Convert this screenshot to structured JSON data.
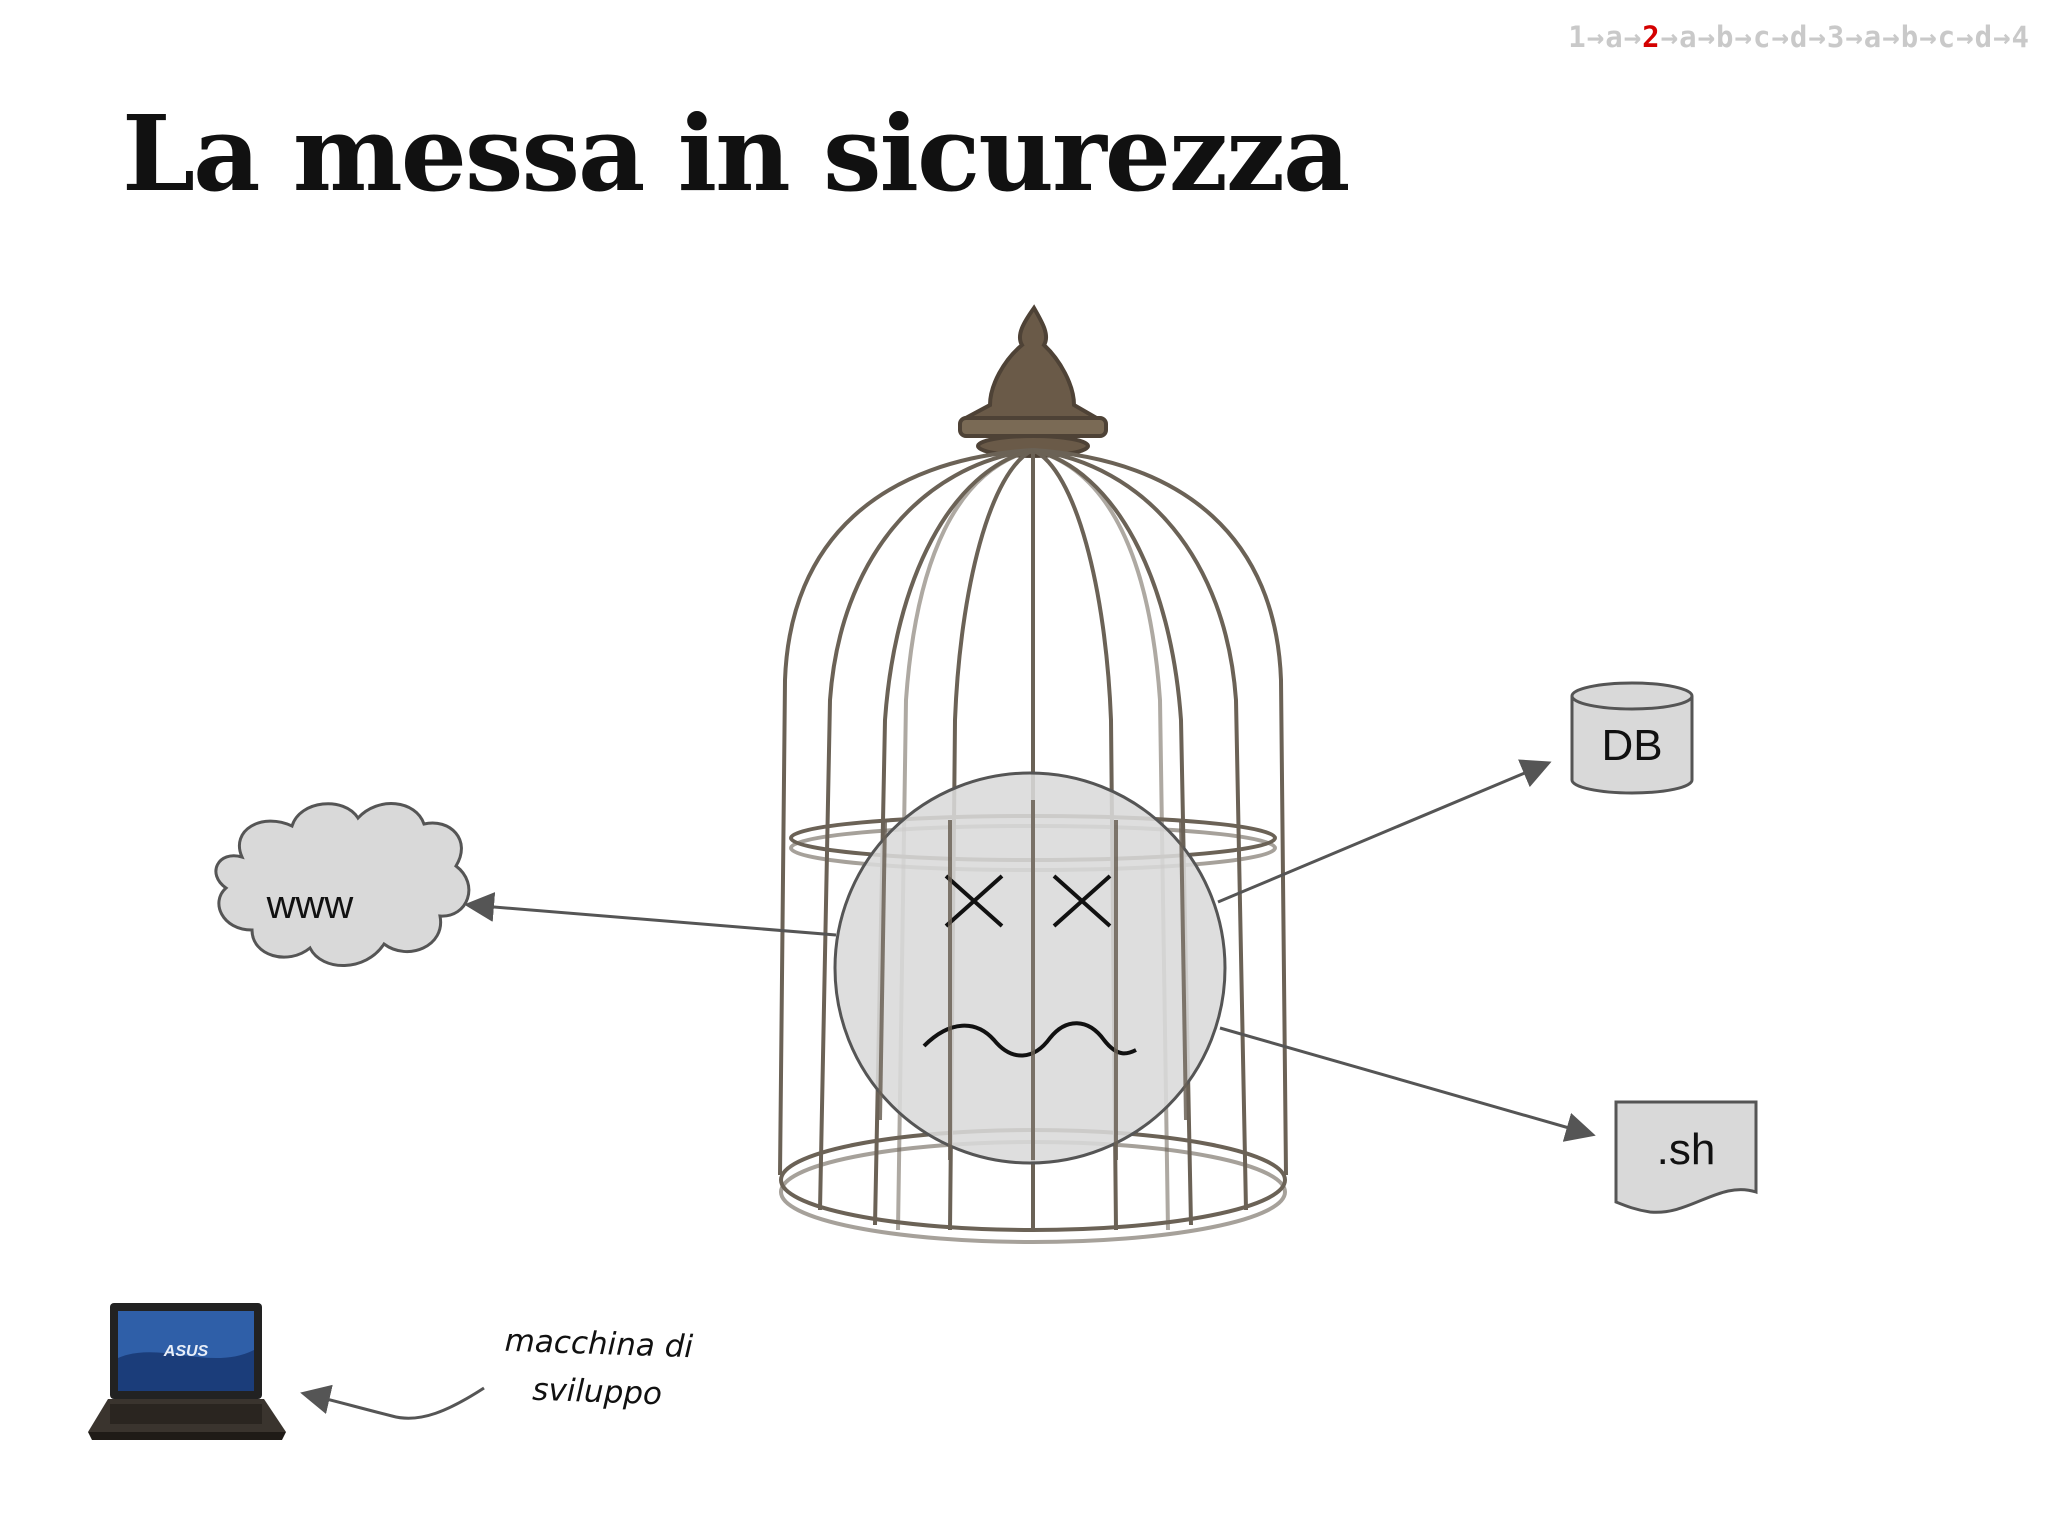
{
  "breadcrumb": {
    "steps": [
      "1",
      "a",
      "2",
      "a",
      "b",
      "c",
      "d",
      "3",
      "a",
      "b",
      "c",
      "d",
      "4"
    ],
    "active_index": 2,
    "separator": "→"
  },
  "title": "La messa in sicurezza",
  "nodes": {
    "www": "www",
    "db": "DB",
    "sh": ".sh"
  },
  "laptop_logo": "ASUS",
  "note": {
    "line1": "macchina di",
    "line2": "sviluppo"
  },
  "colors": {
    "shape_fill": "#d9d9d9",
    "shape_stroke": "#555555",
    "cage": "#6b6256",
    "arrow": "#555555",
    "active_step": "#d40000"
  }
}
